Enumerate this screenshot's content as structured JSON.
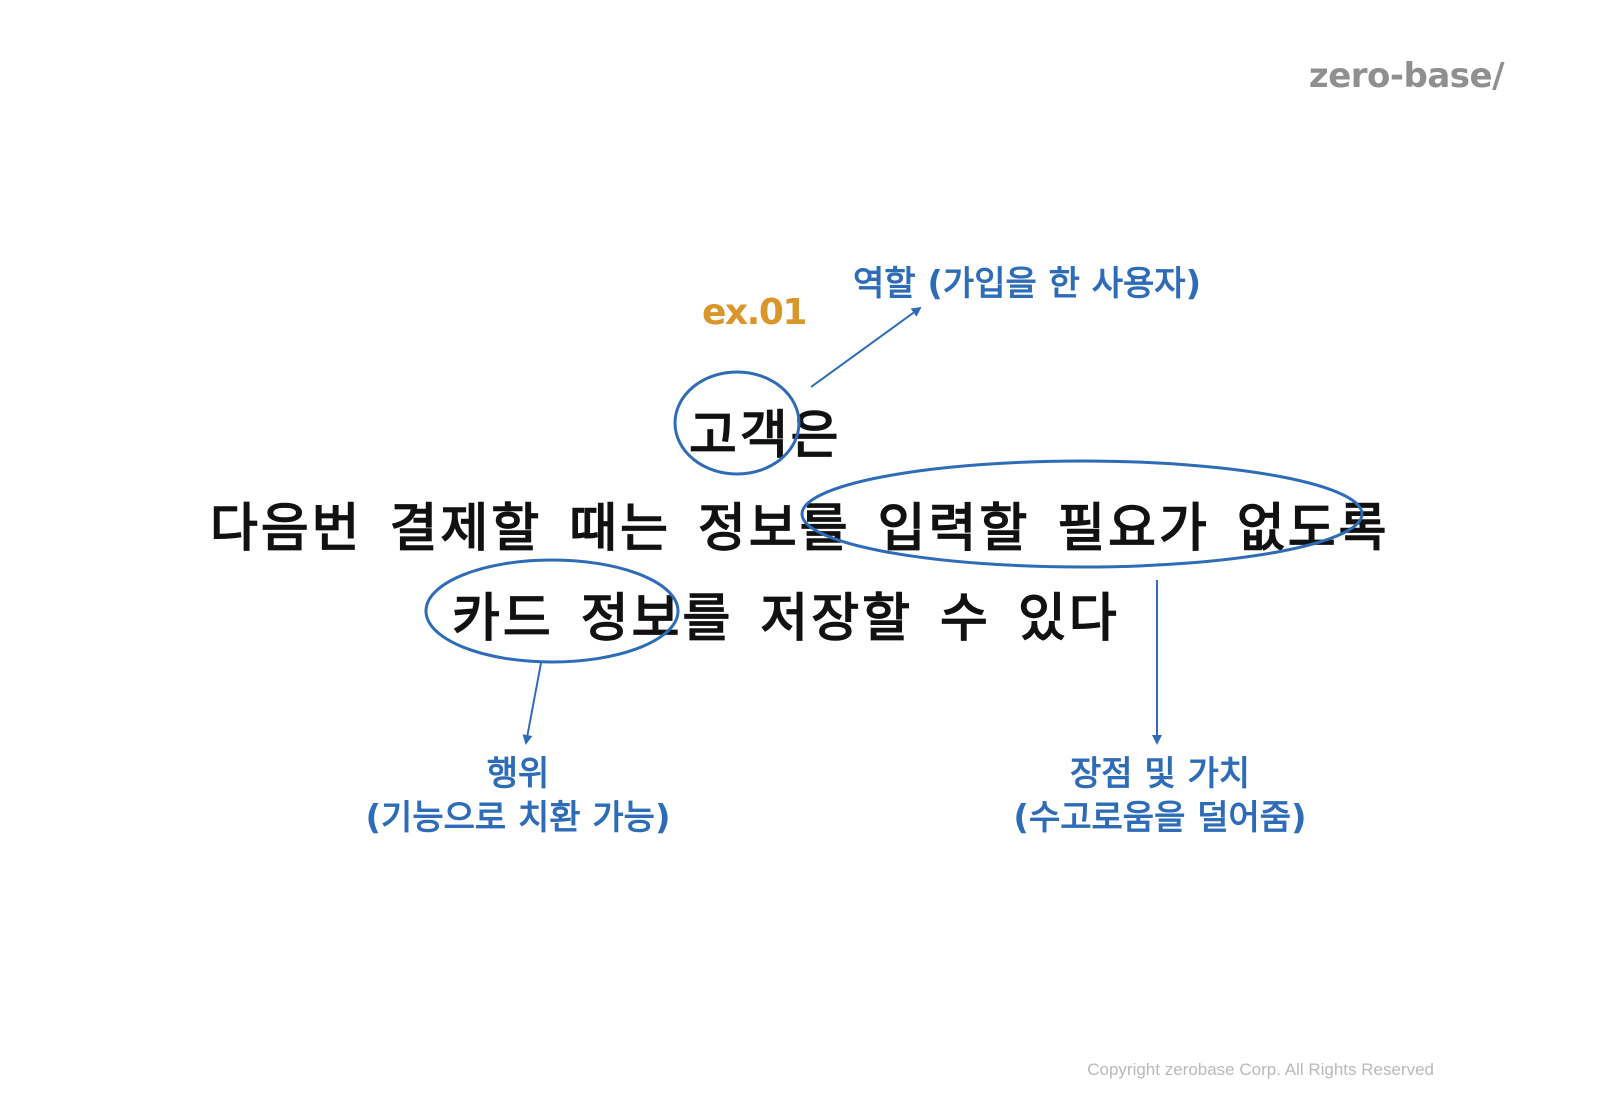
{
  "brand": {
    "logo": "zero-base/"
  },
  "example_label": "ex.01",
  "sentence": {
    "line1": "고객은",
    "line2": "다음번 결제할 때는 정보를 입력할 필요가 없도록",
    "line3": "카드 정보를 저장할 수 있다"
  },
  "annotations": {
    "role": "역할 (가입을 한 사용자)",
    "action_title": "행위",
    "action_detail": "(기능으로 치환 가능)",
    "value_title": "장점 및 가치",
    "value_detail": "(수고로움을 덜어줌)"
  },
  "footer": {
    "copyright": "Copyright zerobase Corp. All Rights Reserved"
  },
  "colors": {
    "annotation_blue": "#2e6cb8",
    "example_orange": "#d9962a",
    "body_text": "#111111",
    "logo_gray": "#8f8f8f",
    "copyright_gray": "#b9b9b9"
  }
}
